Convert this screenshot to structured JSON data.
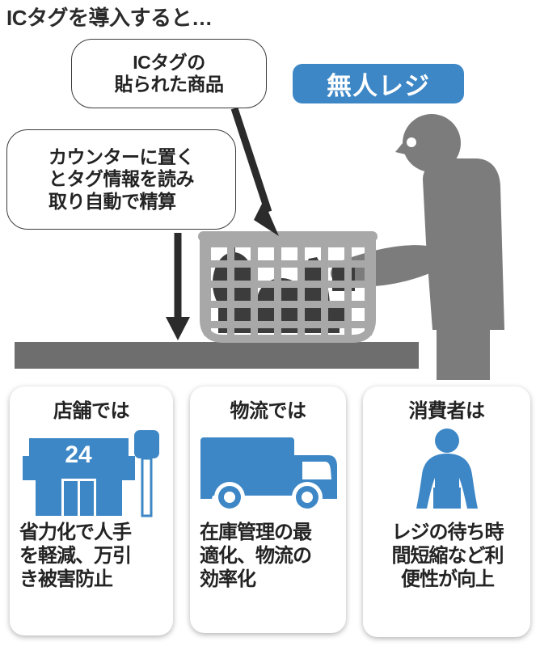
{
  "page": {
    "title": "ICタグを導入すると…",
    "accent_blue": "#3d87c6",
    "illustration_gray": "#7c7c7c",
    "illustration_light_gray": "#a8a8a8",
    "illustration_dark_gray": "#3c3c3c",
    "counter_gray": "#6e6e6e"
  },
  "callouts": {
    "tag_product": {
      "text": "ICタグの\n貼られた商品"
    },
    "counter_auto": {
      "text": "カウンターに置く\nとタグ情報を読み\n取り自動で精算"
    }
  },
  "badge": {
    "unmanned_register": "無人レジ"
  },
  "illustration": {
    "person": "shopper-figure",
    "basket": "shopping-basket-mesh",
    "counter": "checkout-counter",
    "arrow_to_basket": "arrow-product-to-basket",
    "arrow_to_counter": "arrow-callout-to-counter"
  },
  "cards": [
    {
      "id": "store",
      "heading": "店舗では",
      "icon": "convenience-store-icon",
      "icon_sign_text": "24",
      "body": "省力化で人手\nを軽減、万引\nき被害防止"
    },
    {
      "id": "logistics",
      "heading": "物流では",
      "icon": "delivery-truck-icon",
      "body": "在庫管理の最\n適化、物流の\n効率化"
    },
    {
      "id": "consumer",
      "heading": "消費者は",
      "icon": "consumer-person-icon",
      "body": "レジの待ち時\n間短縮など利\n便性が向上"
    }
  ]
}
